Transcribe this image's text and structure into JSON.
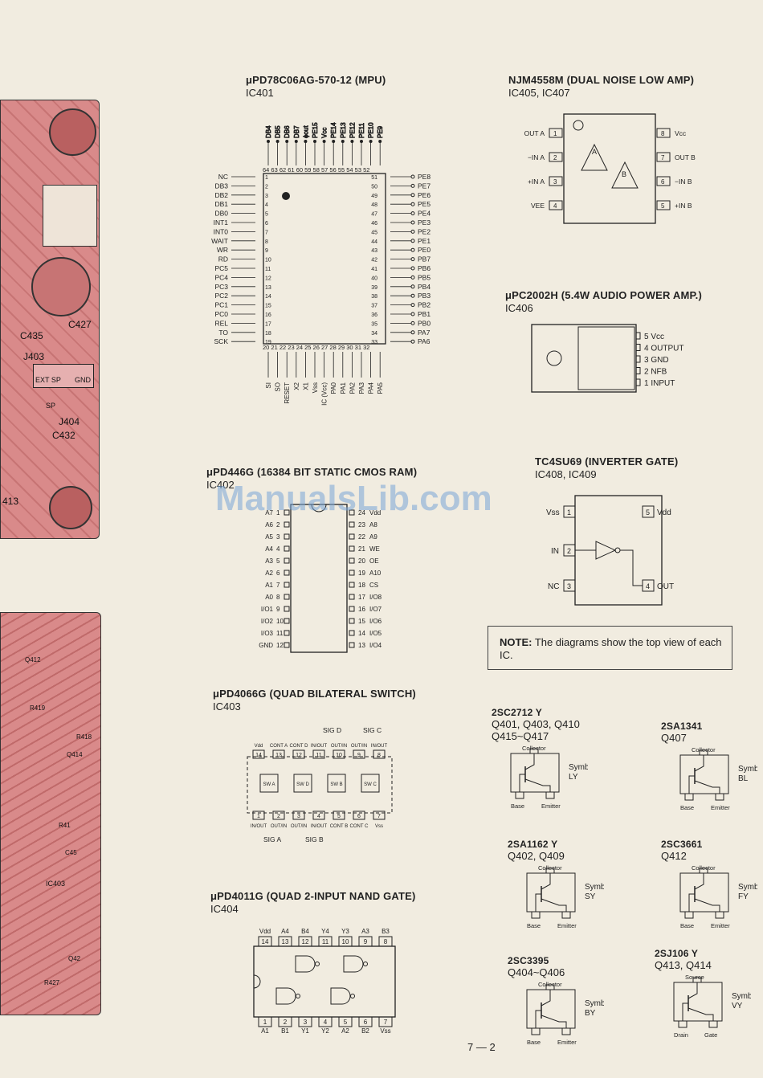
{
  "ic401": {
    "title": "μPD78C06AG-570-12 (MPU)",
    "ref": "IC401",
    "top_pins": [
      "DB4",
      "DB5",
      "DB6",
      "DB7",
      "ϕout",
      "PE15",
      "Vcc",
      "PE14",
      "PE13",
      "PE12",
      "PE11",
      "PE10",
      "PE9"
    ],
    "top_nums": "64 63 62 61 60 59 58 57 56 55 54 53 52",
    "left_pins": [
      "NC",
      "DB3",
      "DB2",
      "DB1",
      "DB0",
      "INT1",
      "INT0",
      "WAIT",
      "WR",
      "RD",
      "PC5",
      "PC4",
      "PC3",
      "PC2",
      "PC1",
      "PC0",
      "REL",
      "TO",
      "SCK"
    ],
    "right_pins": [
      "PE8",
      "PE7",
      "PE6",
      "PE5",
      "PE4",
      "PE3",
      "PE2",
      "PE1",
      "PE0",
      "PB7",
      "PB6",
      "PB5",
      "PB4",
      "PB3",
      "PB2",
      "PB1",
      "PB0",
      "PA7",
      "PA6"
    ],
    "bottom_nums": "20 21 22 23 24 25 26 27 28 29 30 31 32",
    "bottom_pins": [
      "SI",
      "SO",
      "RESET",
      "X2",
      "X1",
      "Vss",
      "IC (Vcc)",
      "PA0",
      "PA1",
      "PA2",
      "PA3",
      "PA4",
      "PA5"
    ]
  },
  "ic405": {
    "title": "NJM4558M (DUAL NOISE LOW AMP)",
    "ref": "IC405, IC407",
    "left": [
      "OUT A",
      "−IN A",
      "+IN A",
      "VEE"
    ],
    "right": [
      "Vcc",
      "OUT B",
      "−IN B",
      "+IN B"
    ],
    "amp_a": "A",
    "amp_b": "B"
  },
  "ic406": {
    "title": "μPC2002H (5.4W AUDIO POWER AMP.)",
    "ref": "IC406",
    "pins": [
      "5 Vcc",
      "4 OUTPUT",
      "3 GND",
      "2 NFB",
      "1 INPUT"
    ]
  },
  "ic402": {
    "title": "μPD446G (16384 BIT STATIC CMOS RAM)",
    "ref": "IC402",
    "left": [
      "A7",
      "A6",
      "A5",
      "A4",
      "A3",
      "A2",
      "A1",
      "A0",
      "I/O1",
      "I/O2",
      "I/O3",
      "GND"
    ],
    "right": [
      "Vdd",
      "A8",
      "A9",
      "WE",
      "OE",
      "A10",
      "CS",
      "I/O8",
      "I/O7",
      "I/O6",
      "I/O5",
      "I/O4"
    ]
  },
  "ic408": {
    "title": "TC4SU69 (INVERTER GATE)",
    "ref": "IC408, IC409",
    "labels": [
      "Vss",
      "IN",
      "NC",
      "Vdd",
      "OUT"
    ]
  },
  "note": {
    "label": "NOTE:",
    "text": "The diagrams show the top view of each IC."
  },
  "ic403": {
    "title": "μPD4066G (QUAD BILATERAL SWITCH)",
    "ref": "IC403",
    "sig_top": [
      "SIG D",
      "SIG C"
    ],
    "sig_bottom": [
      "SIG A",
      "SIG B"
    ],
    "top_labels": [
      "Vdd",
      "CONT A",
      "CONT D",
      "IN/OUT",
      "OUT/IN",
      "OUT/IN",
      "IN/OUT"
    ],
    "bottom_labels": [
      "IN/OUT",
      "OUT/IN",
      "OUT/IN",
      "IN/OUT",
      "CONT B",
      "CONT C",
      "Vss"
    ],
    "sw": [
      "SW A",
      "SW D",
      "SW B",
      "SW C"
    ]
  },
  "ic404": {
    "title": "μPD4011G (QUAD 2-INPUT NAND GATE)",
    "ref": "IC404",
    "top": [
      "Vdd",
      "A4",
      "B4",
      "Y4",
      "Y3",
      "A3",
      "B3"
    ],
    "bottom": [
      "A1",
      "B1",
      "Y1",
      "Y2",
      "A2",
      "B2",
      "Vss"
    ]
  },
  "transistors": [
    {
      "name": "2SC2712 Y",
      "refs": [
        "Q401, Q403, Q410",
        "Q415~Q417"
      ],
      "symbol": "Symbol: LY",
      "pins": [
        "Collector",
        "Base",
        "Emitter"
      ]
    },
    {
      "name": "2SA1341",
      "refs": [
        "Q407"
      ],
      "symbol": "Symbol: BL",
      "pins": [
        "Collector",
        "Base",
        "Emitter"
      ]
    },
    {
      "name": "2SA1162 Y",
      "refs": [
        "Q402, Q409"
      ],
      "symbol": "Symbol: SY",
      "pins": [
        "Collector",
        "Base",
        "Emitter"
      ]
    },
    {
      "name": "2SC3661",
      "refs": [
        "Q412"
      ],
      "symbol": "Symbol: FY",
      "pins": [
        "Collector",
        "Base",
        "Emitter"
      ]
    },
    {
      "name": "2SC3395",
      "refs": [
        "Q404~Q406"
      ],
      "symbol": "Symbol: BY",
      "pins": [
        "Collector",
        "Base",
        "Emitter"
      ]
    },
    {
      "name": "2SJ106 Y",
      "refs": [
        "Q413, Q414"
      ],
      "symbol": "Symbol: VY",
      "pins": [
        "Source",
        "Drain",
        "Gate"
      ]
    }
  ],
  "pcb_labels": [
    "C435",
    "J403",
    "C427",
    "EXT SP",
    "SP",
    "GND",
    "J404",
    "C432",
    "413",
    "IC403",
    "Q412",
    "R419",
    "R418",
    "Q414",
    "R41",
    "C45",
    "R427",
    "Q42"
  ],
  "watermark": "ManualsLib.com",
  "page_number": "7 — 2",
  "colors": {
    "paper": "#f1ece0",
    "pcb": "#d98a8a",
    "watermark": "#78a5d7"
  }
}
